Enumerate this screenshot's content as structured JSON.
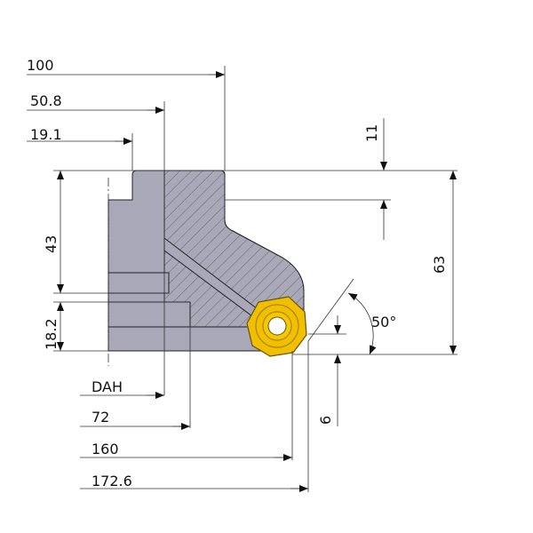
{
  "dimensions": {
    "d100": "100",
    "d50_8": "50.8",
    "d19_1": "19.1",
    "d11": "11",
    "d43": "43",
    "d63": "63",
    "d18_2": "18.2",
    "angle": "50°",
    "dah": "DAH",
    "d72": "72",
    "d160": "160",
    "d172_6": "172.6",
    "d6": "6"
  },
  "colors": {
    "body": "#a9a8b8",
    "insert": "#f0c000",
    "insert_edge": "#8a6a00"
  }
}
